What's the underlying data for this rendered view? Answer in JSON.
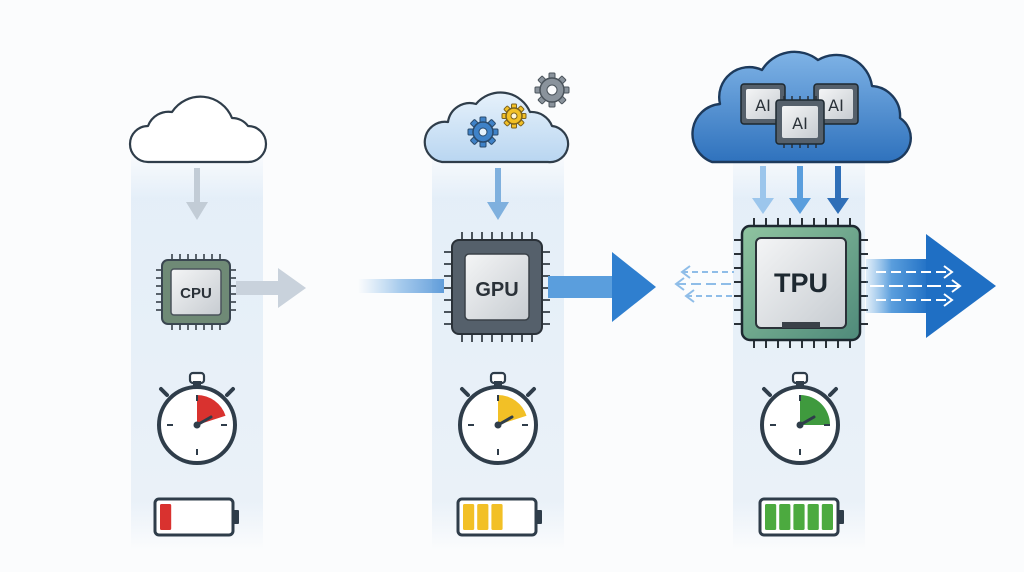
{
  "colors": {
    "background": "#fbfcfd",
    "column_band": "#e7f0f9",
    "arrow_light": "#c9d2dc",
    "arrow_mid": "#6ea8dc",
    "arrow_strong": "#2f7fcf",
    "cloud_dark": "#3f7fc6",
    "chip_green": "#5b7d63",
    "chip_dark": "#55606b",
    "timer_red": "#d9322f",
    "timer_yellow": "#f2c026",
    "timer_green": "#3f9a3e",
    "battery_red": "#d9322f",
    "battery_yellow": "#f2c026",
    "battery_green": "#4caa3f"
  },
  "columns": [
    {
      "id": "cpu",
      "chip_label": "CPU",
      "cloud_style": "outline",
      "timer_elapsed_fraction": 0.2,
      "timer_color": "timer_red",
      "battery_segments_filled": 1,
      "battery_color": "battery_red"
    },
    {
      "id": "gpu",
      "chip_label": "GPU",
      "cloud_style": "light-blue-with-gears",
      "timer_elapsed_fraction": 0.2,
      "timer_color": "timer_yellow",
      "battery_segments_filled": 3,
      "battery_color": "battery_yellow"
    },
    {
      "id": "tpu",
      "chip_label": "TPU",
      "cloud_style": "dark-blue-with-ai-chips",
      "timer_elapsed_fraction": 0.25,
      "timer_color": "timer_green",
      "battery_segments_filled": 5,
      "battery_color": "battery_green"
    }
  ],
  "ai_chips": [
    "AI",
    "AI",
    "AI"
  ],
  "icons": [
    "cloud-icon",
    "gear-icon",
    "chip-icon",
    "stopwatch-icon",
    "battery-icon",
    "arrow-icon"
  ]
}
